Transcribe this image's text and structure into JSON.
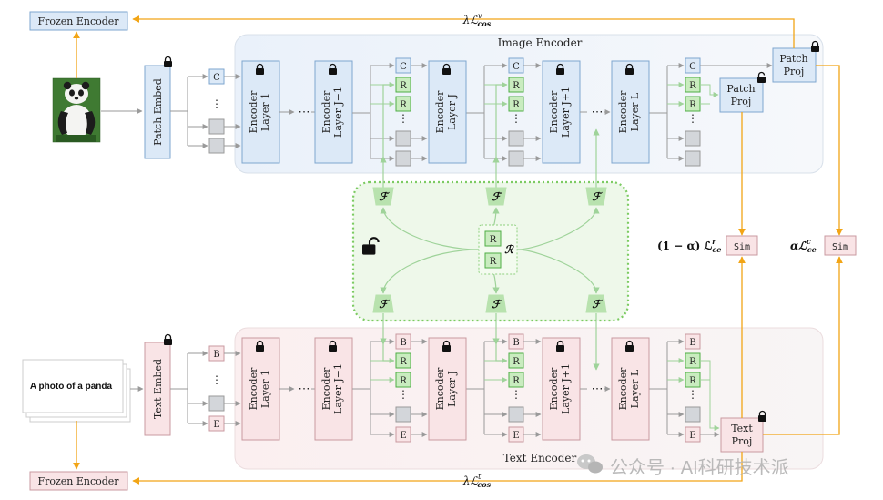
{
  "image_encoder": {
    "title": "Image Encoder",
    "frozen_encoder": "Frozen Encoder",
    "embed": "Patch Embed",
    "layer1": [
      "Encoder",
      "Layer 1"
    ],
    "layerJm1": [
      "Encoder",
      "Layer J−1"
    ],
    "layerJ": [
      "Encoder",
      "Layer J"
    ],
    "layerJp1": [
      "Encoder",
      "Layer J+1"
    ],
    "layerL": [
      "Encoder",
      "Layer L"
    ],
    "proj_mid": [
      "Patch",
      "Proj"
    ],
    "proj_top": [
      "Patch",
      "Proj"
    ],
    "token_first": "C",
    "token_reg": "R"
  },
  "text_encoder": {
    "title": "Text Encoder",
    "frozen_encoder": "Frozen Encoder",
    "embed": "Text Embed",
    "input_text": "A photo of a panda",
    "layer1": [
      "Encoder",
      "Layer 1"
    ],
    "layerJm1": [
      "Encoder",
      "Layer J−1"
    ],
    "layerJ": [
      "Encoder",
      "Layer J"
    ],
    "layerJp1": [
      "Encoder",
      "Layer J+1"
    ],
    "layerL": [
      "Encoder",
      "Layer L"
    ],
    "proj": [
      "Text",
      "Proj"
    ],
    "token_first": "B",
    "token_last": "E",
    "token_reg": "R"
  },
  "shared": {
    "f_label": "ℱ",
    "r_label": "ℛ",
    "reg_token": "R",
    "ellipsis": "⋯",
    "vdots": "⋮"
  },
  "losses": {
    "top": "λℒᶜᵒˢ v",
    "top_main": "λℒ",
    "top_sup": "v",
    "top_sub": "cos",
    "bottom_main": "λℒ",
    "bottom_sup": "t",
    "bottom_sub": "cos",
    "sim_left_coef": "(1 − α) ℒ",
    "sim_left_sup": "r",
    "sim_left_sub": "ce",
    "sim_right_coef": "αℒ",
    "sim_right_sup": "c",
    "sim_right_sub": "ce",
    "sim": "Sim"
  },
  "watermark": "公众号 · AI科研技术派",
  "colors": {
    "blue_fill": "#dce9f7",
    "blue_stroke": "#7ea6cf",
    "pink_fill": "#f9e4e6",
    "pink_stroke": "#c99aa0",
    "green_fill": "#c9ecbf",
    "green_stroke": "#4fae45",
    "orange": "#f2a516",
    "gray": "#9a9a9a"
  }
}
